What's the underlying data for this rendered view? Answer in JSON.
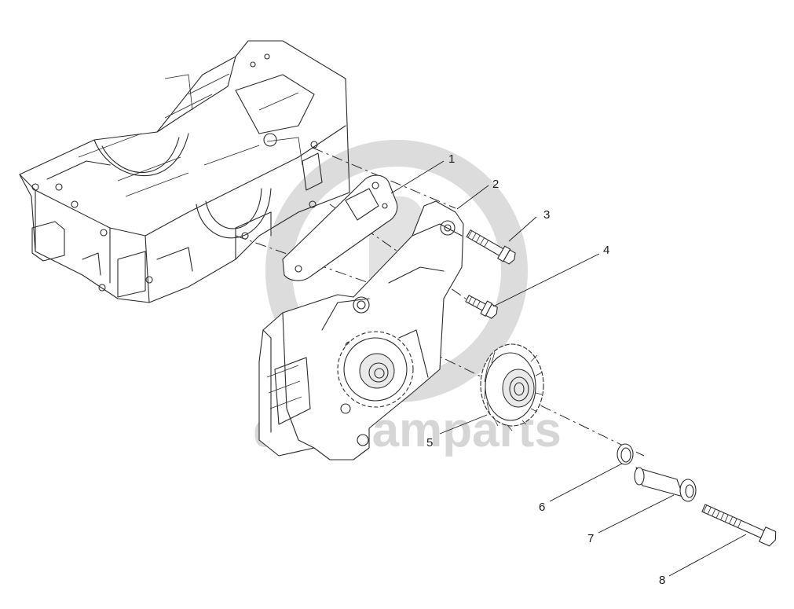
{
  "watermark": {
    "text": "diagramparts",
    "color": "#d6d6d6"
  },
  "diagram": {
    "labels": [
      {
        "id": "1",
        "text": "1"
      },
      {
        "id": "2",
        "text": "2"
      },
      {
        "id": "3",
        "text": "3"
      },
      {
        "id": "4",
        "text": "4"
      },
      {
        "id": "5",
        "text": "5"
      },
      {
        "id": "6",
        "text": "6"
      },
      {
        "id": "7",
        "text": "7"
      },
      {
        "id": "8",
        "text": "8"
      }
    ]
  }
}
